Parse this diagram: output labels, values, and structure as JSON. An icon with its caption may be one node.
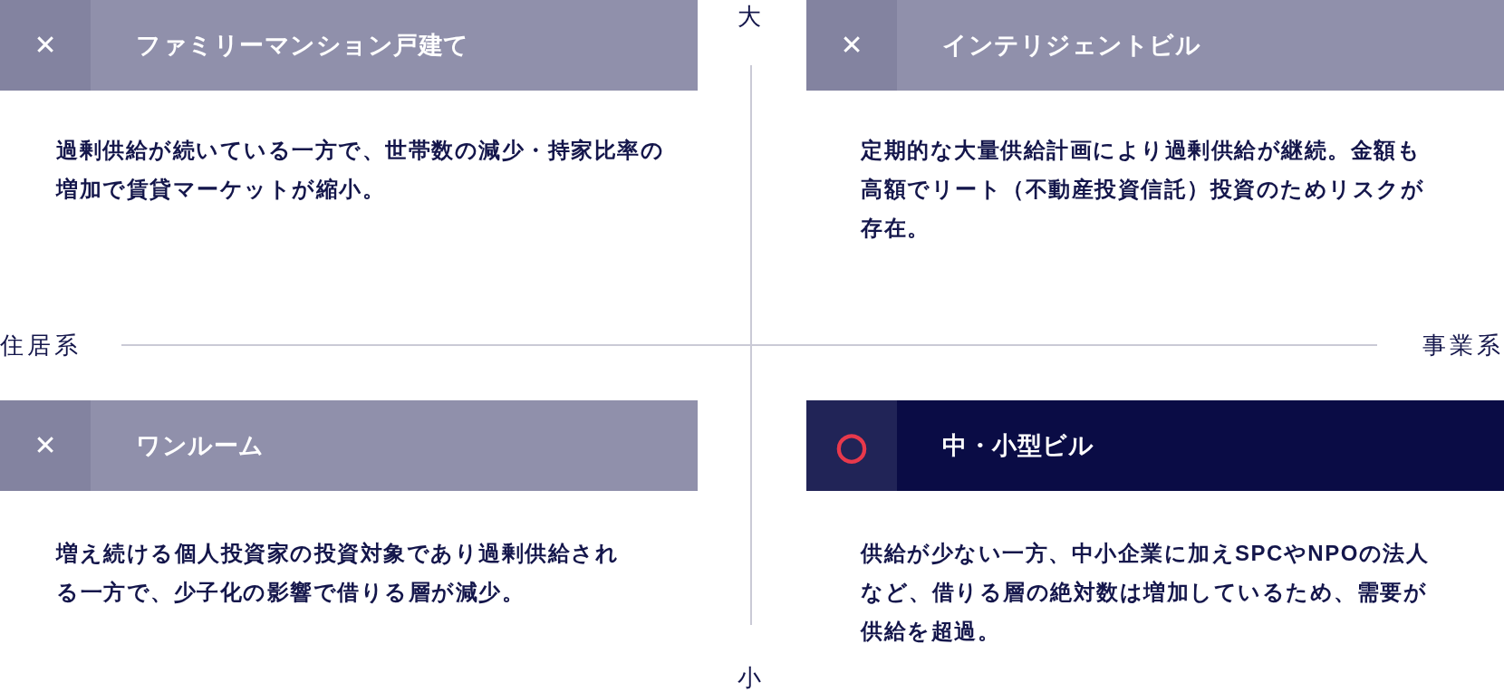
{
  "diagram": {
    "nodes": [
      {
        "text": [
          "✕",
          "ファミリーマンション戸建て"
        ],
        "beside": [
          "過剰供給が続いている一方で、世帯数の減少・持家比率の増加で賃貸マーケットが縮小。"
        ]
      },
      {
        "text": [
          "✕",
          "インテリジェントビル"
        ],
        "beside": [
          "定期的な大量供給計画により過剰供給が継続。金額も高額でリート（不動産投資信託）投資のためリスクが存在。"
        ]
      },
      {
        "text": [
          "✕",
          "ワンルーム"
        ],
        "beside": [
          "増え続ける個人投資家の投資対象であり過剰供給される一方で、少子化の影響で借りる層が減少。"
        ]
      },
      {
        "text": [
          "○",
          "中・小型ビル"
        ],
        "beside": [
          "供給が少ない一方、中小企業に加えSPCやNPOの法人など、借りる層の絶対数は増加しているため、需要が供給を超過。"
        ]
      }
    ],
    "labels": [
      "大",
      "住居系",
      "事業系",
      "小"
    ]
  }
}
